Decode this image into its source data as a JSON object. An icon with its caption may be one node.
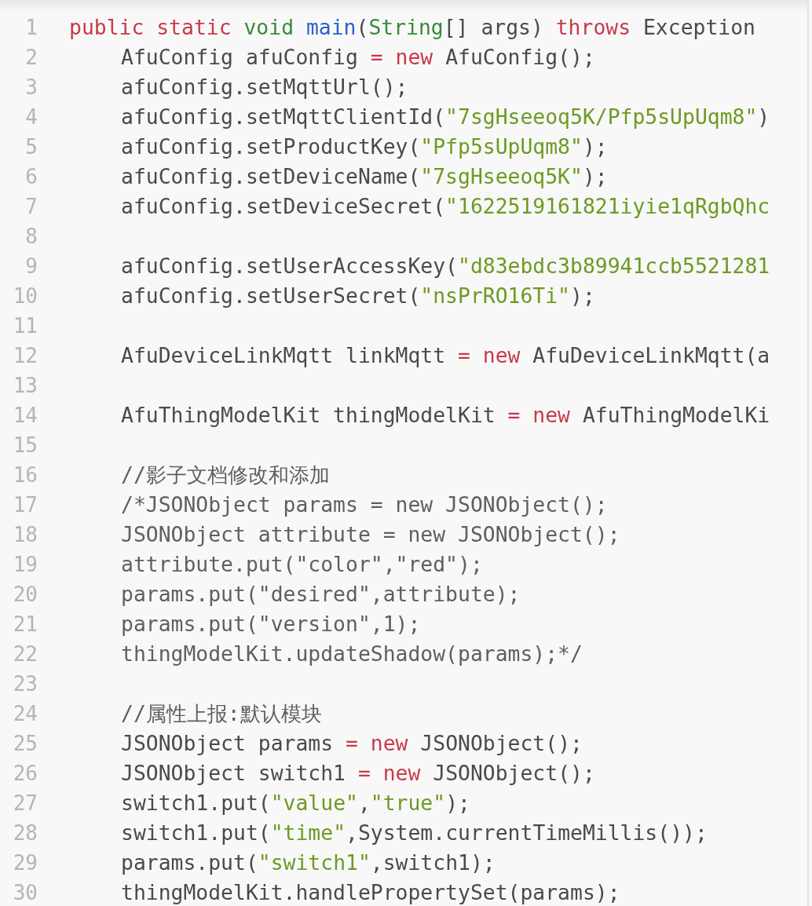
{
  "diagram": {
    "labels": [
      "1",
      "public static void main(String[] args) throws Exception",
      "2",
      "AfuConfig afuConfig = new AfuConfig();",
      "3",
      "afuConfig.setMqttUrl();",
      "4",
      "afuConfig.setMqttClientId(\"7sgHseeoq5K/Pfp5sUpUqm8\")",
      "5",
      "afuConfig.setProductKey(\"Pfp5sUpUqm8\");",
      "6",
      "afuConfig.setDeviceName(\"7sgHseeoq5K\");",
      "7",
      "afuConfig.setDeviceSecret(\"1622519161821iyie1qRgbQhc",
      "8",
      "9",
      "afuConfig.setUserAccessKey(\"d83ebdc3b89941ccb5521281",
      "10",
      "afuConfig.setUserSecret(\"nsPrRO16Ti\");",
      "11",
      "12",
      "AfuDeviceLinkMqtt linkMqtt = new AfuDeviceLinkMqtt(a",
      "13",
      "14",
      "AfuThingModelKit thingModelKit = new AfuThingModelKi",
      "15",
      "16",
      "//影子文档修改和添加",
      "17",
      "/*JSONObject params = new JSONObject();",
      "18",
      "JSONObject attribute = new JSONObject();",
      "19",
      "attribute.put(\"color\",\"red\");",
      "20",
      "params.put(\"desired\",attribute);",
      "21",
      "params.put(\"version\",1);",
      "22",
      "thingModelKit.updateShadow(params);*/",
      "23",
      "24",
      "//属性上报:默认模块",
      "25",
      "JSONObject params = new JSONObject();",
      "26",
      "JSONObject switch1 = new JSONObject();",
      "27",
      "switch1.put(\"value\",\"true\");",
      "28",
      "switch1.put(\"time\",System.currentTimeMillis());",
      "29",
      "params.put(\"switch1\",switch1);",
      "30",
      "thingModelKit.handlePropertySet(params);"
    ]
  }
}
